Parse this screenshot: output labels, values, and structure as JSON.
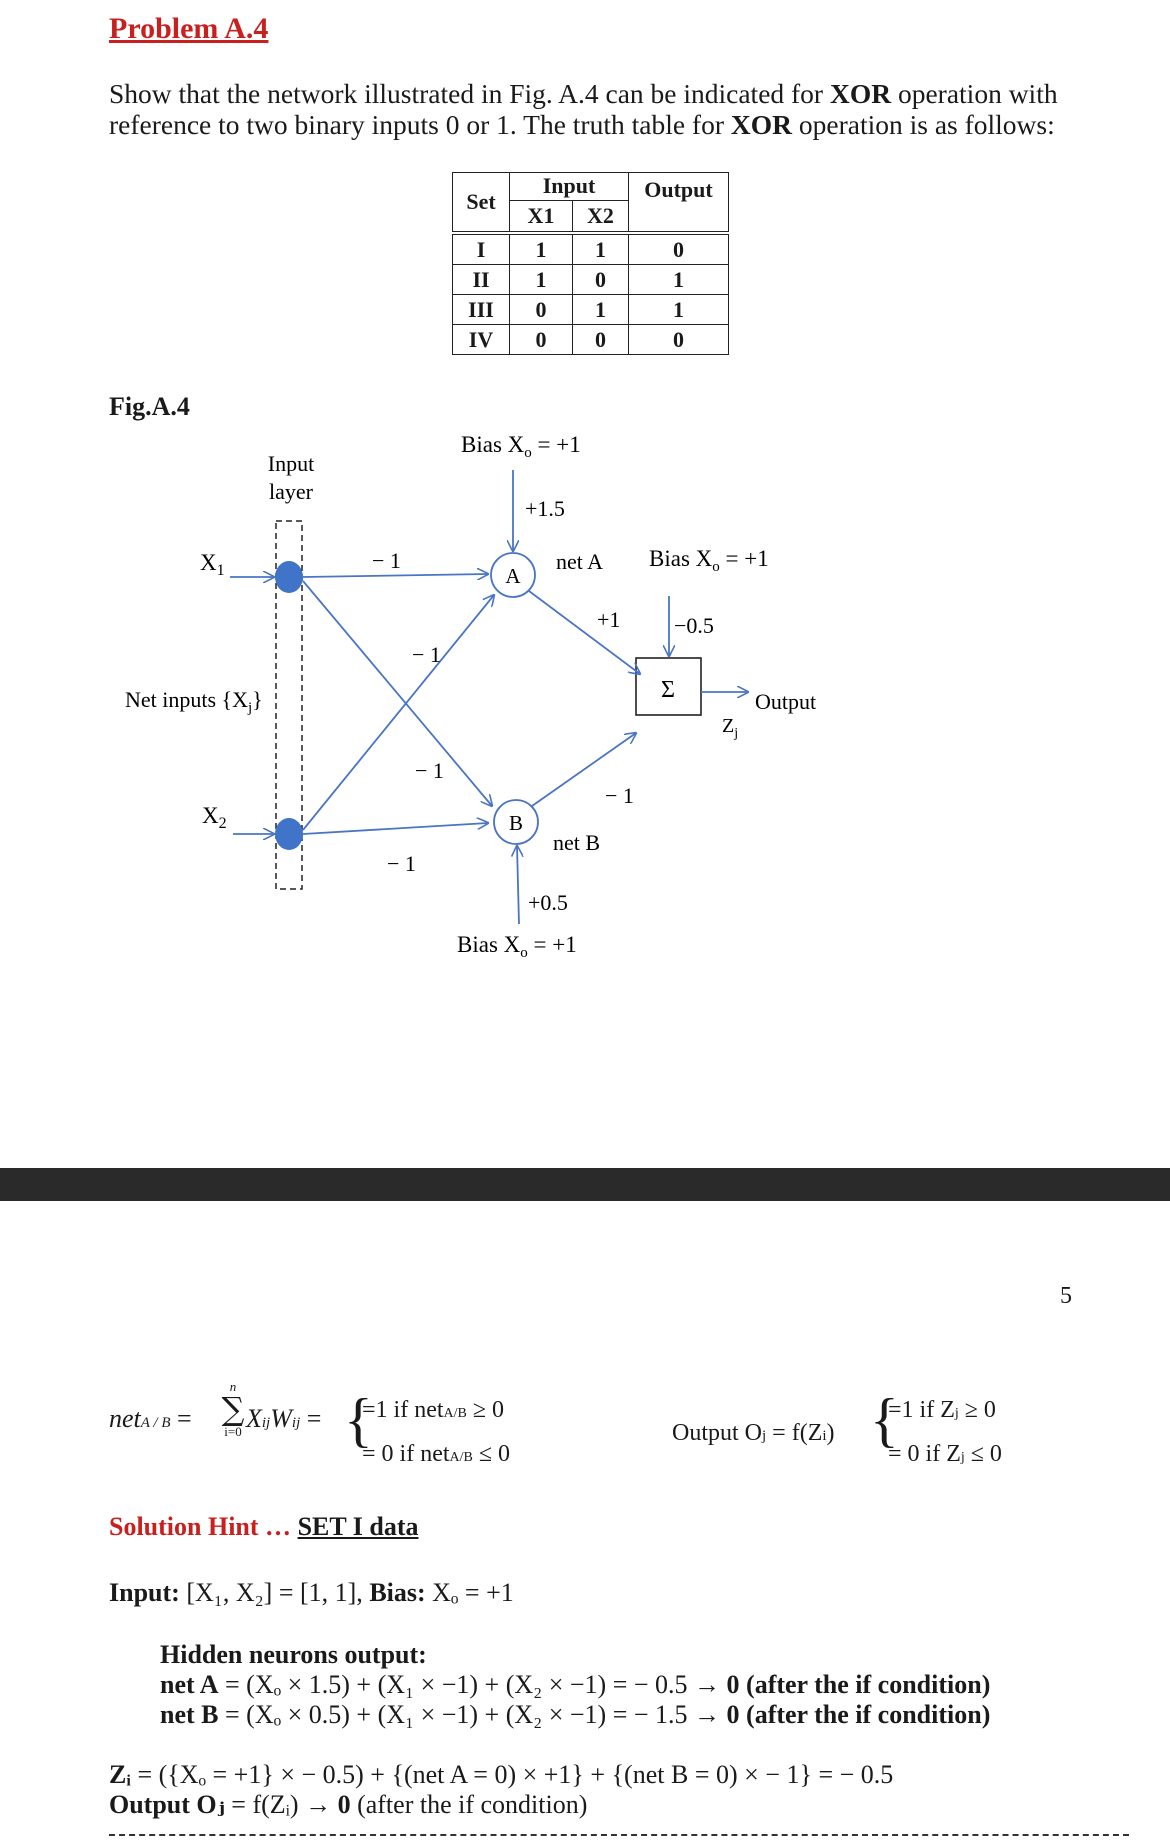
{
  "problem_title": "Problem A.4",
  "intro_parts": {
    "a": "Show that the network illustrated in Fig. A.4 can be indicated for ",
    "b": "XOR",
    "c": " operation with reference to two binary inputs 0 or 1. The truth table for ",
    "d": "XOR",
    "e": " operation is as follows:"
  },
  "truth_table": {
    "set_header": "Set",
    "input_header": "Input",
    "x1_header": "X1",
    "x2_header": "X2",
    "output_header": "Output",
    "rows": [
      {
        "set": "I",
        "x1": "1",
        "x2": "1",
        "out": "0"
      },
      {
        "set": "II",
        "x1": "1",
        "x2": "0",
        "out": "1"
      },
      {
        "set": "III",
        "x1": "0",
        "x2": "1",
        "out": "1"
      },
      {
        "set": "IV",
        "x1": "0",
        "x2": "0",
        "out": "0"
      }
    ]
  },
  "figure": {
    "label": "Fig.A.4",
    "input_layer_1": "Input",
    "input_layer_2": "layer",
    "net_inputs": "Net inputs {X",
    "net_inputs_sub": "j",
    "net_inputs_end": "}",
    "x1": "X",
    "x1_sub": "1",
    "x2": "X",
    "x2_sub": "2",
    "bias_top": "Bias X",
    "bias_sub": "o",
    "bias_val": " = +1",
    "w_bias_a": "+1.5",
    "w_bias_b": "+0.5",
    "w_bias_out": "−0.5",
    "w_x1a": "− 1",
    "w_x1b": "− 1",
    "w_x2a": "− 1",
    "w_x2b": "− 1",
    "w_a_out": "+1",
    "w_b_out": "− 1",
    "node_a": "A",
    "node_b": "B",
    "net_a": "net A",
    "net_b": "net B",
    "sum_symbol": "Σ",
    "output_label": "Output",
    "z_label": "Z",
    "z_sub": "j",
    "colors": {
      "line": "#4a74c4",
      "node_fill": "#3f74c9"
    }
  },
  "page_number": "5",
  "formulas": {
    "net_label": "net",
    "net_sub": "A / B",
    "sum_top": "n",
    "sum_bot": "i=0",
    "sum_body": "X",
    "sum_body_sub": "ij",
    "sum_w": "W",
    "sum_w_sub": "ij",
    "case1": "=1  if  net",
    "case1_sub": "A/B",
    "case1_end": " ≥ 0",
    "case2": "= 0 if  net",
    "case2_sub": "A/B",
    "case2_end": " ≤ 0",
    "output_eq": "Output O",
    "output_eq_sub": "j",
    "output_eq_end": " = f(Z",
    "output_eq_sub2": "i",
    "output_eq_end2": ")",
    "zcase1": "=1  if  Z",
    "zcase1_sub": "j",
    "zcase1_end": " ≥ 0",
    "zcase2": "= 0 if  Z",
    "zcase2_sub": "j",
    "zcase2_end": " ≤ 0"
  },
  "solution": {
    "hint": "Solution Hint … ",
    "hint_set": "SET I data",
    "input_bold": "Input: ",
    "input_text": "[X₁, X₂] = [1, 1], ",
    "bias_bold": "Bias: ",
    "bias_text": "Xₒ = +1",
    "hidden_title": "Hidden neurons output:",
    "neta_bold": "net A",
    "neta_text": " = (Xₒ × 1.5) + (X₁ × −1) + (X₂ × −1) = − 0.5 → ",
    "neta_res": "0 (after the ",
    "neta_if": "if",
    "neta_cond": " condition)",
    "netb_bold": "net B",
    "netb_text": " = (Xₒ × 0.5) + (X₁ × −1) + (X₂ × −1) = − 1.5 → ",
    "netb_res": "0 (after the ",
    "netb_if": "if",
    "netb_cond": " condition)",
    "zi_bold": "Zᵢ",
    "zi_text": " = ({Xₒ = +1} × − 0.5) + {(net A = 0) × +1} + {(net B = 0) × − 1} = − 0.5",
    "out_bold": "Output Oⱼ",
    "out_text": " = f(Zᵢ) → ",
    "out_res": "0",
    "out_cond": " (after the if condition)"
  }
}
